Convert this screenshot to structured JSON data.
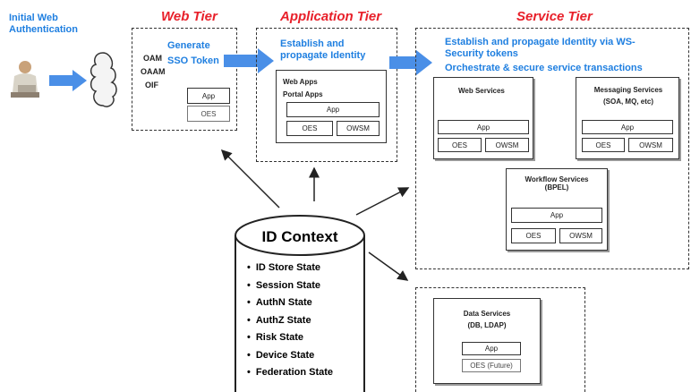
{
  "left": {
    "title_line1": "Initial Web",
    "title_line2": "Authentication"
  },
  "web_tier": {
    "title": "Web Tier",
    "labels": [
      "OAM",
      "OAAM",
      "OIF"
    ],
    "sso_line1": "Generate",
    "sso_line2": "SSO Token",
    "app": "App",
    "oes": "OES"
  },
  "app_tier": {
    "title": "Application Tier",
    "heading_line1": "Establish and",
    "heading_line2": "propagate Identity",
    "web_apps": "Web Apps",
    "portal_apps": "Portal Apps",
    "app": "App",
    "oes": "OES",
    "owsm": "OWSM"
  },
  "service_tier": {
    "title": "Service Tier",
    "heading1_line1": "Establish and propagate Identity  via WS-",
    "heading1_line2": "Security tokens",
    "heading2": "Orchestrate  & secure service transactions",
    "web_services": {
      "title": "Web Services",
      "app": "App",
      "oes": "OES",
      "owsm": "OWSM"
    },
    "messaging_services": {
      "title_line1": "Messaging Services",
      "title_line2": "(SOA, MQ, etc)",
      "app": "App",
      "oes": "OES",
      "owsm": "OWSM"
    },
    "workflow_services": {
      "title_line1": "Workflow Services",
      "title_line2": "(BPEL)",
      "app": "App",
      "oes": "OES",
      "owsm": "OWSM"
    }
  },
  "data_services": {
    "title_line1": "Data Services",
    "title_line2": "(DB, LDAP)",
    "app": "App",
    "oes": "OES (Future)"
  },
  "id_context": {
    "title": "ID Context",
    "items": [
      "ID Store State",
      "Session State",
      "AuthN State",
      "AuthZ State",
      "Risk State",
      "Device State",
      "Federation State"
    ]
  },
  "colors": {
    "tier_title": "#e8202a",
    "blue_text": "#1f7fe0",
    "arrow_blue": "#4a8fe7"
  }
}
